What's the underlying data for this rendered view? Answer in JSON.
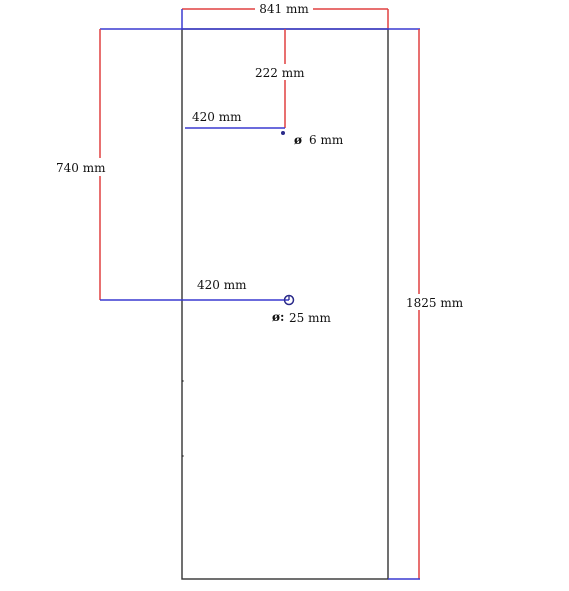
{
  "dimensions": {
    "panel_width": "841 mm",
    "panel_height": "1825 mm",
    "hole_small_from_top": "222 mm",
    "hole_small_from_left": "420 mm",
    "hole_small_diameter": "6 mm",
    "hole_small_symbol": "ø",
    "hole_large_from_top": "740 mm",
    "hole_large_from_left": "420 mm",
    "hole_large_diameter": "25 mm",
    "hole_large_symbol": "ø:"
  },
  "colors": {
    "outline": "#333333",
    "width_dimension": "#e04040",
    "height_dimension": "#e04040",
    "vertical_offset_dimension": "#e04040",
    "horizontal_offset_dimension": "#3a3ad0",
    "reference_line": "#3a3ad0",
    "hole_marker": "#2a2a8a"
  }
}
